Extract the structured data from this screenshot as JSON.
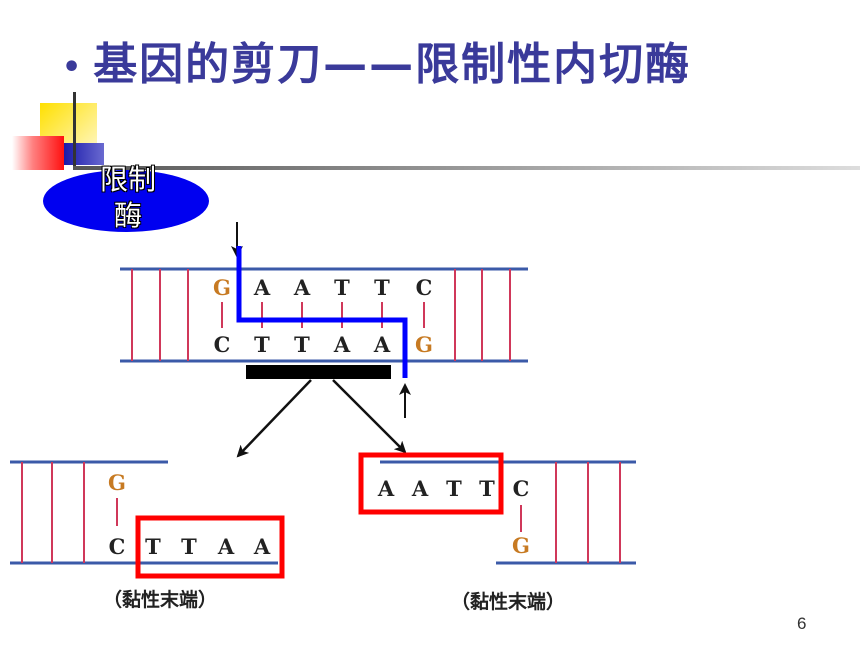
{
  "title": {
    "bullet": "•",
    "text": "基因的剪刀——限制性内切酶"
  },
  "enzyme": {
    "label_line1": "限制",
    "label_line2": "酶"
  },
  "top_dna": {
    "top_strand": [
      "G",
      "A",
      "A",
      "T",
      "T",
      "C"
    ],
    "bottom_strand": [
      "C",
      "T",
      "T",
      "A",
      "A",
      "G"
    ]
  },
  "left_fragment": {
    "top_base": "G",
    "bottom_bases": [
      "C",
      "T",
      "T",
      "A",
      "A"
    ],
    "caption": "（黏性末端）"
  },
  "right_fragment": {
    "top_bases": [
      "A",
      "A",
      "T",
      "T",
      "C"
    ],
    "bottom_base": "G",
    "caption": "（黏性末端）"
  },
  "page_number": "6",
  "colors": {
    "title": "#3a3a9a",
    "enzyme": "#0000f0",
    "cut_path": "#0000ff",
    "sticky_box": "#ff0000",
    "backbone": "#3b5aa8",
    "hbond": "#d0385a",
    "guanine": "#c77a22"
  }
}
